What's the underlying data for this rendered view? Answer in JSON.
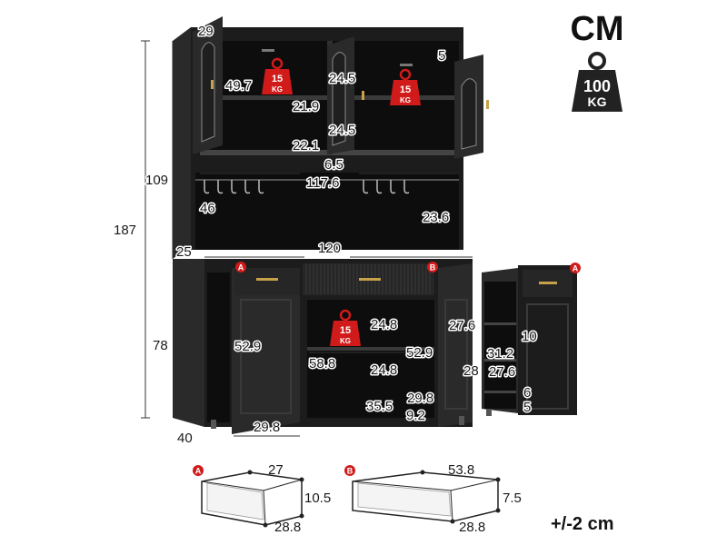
{
  "header": {
    "unit_label": "CM"
  },
  "weights": {
    "max_load": "100",
    "max_unit": "KG",
    "shelf_load": "15",
    "shelf_unit": "KG"
  },
  "badges": {
    "a": "A",
    "b": "B"
  },
  "dimensions": {
    "door_width": "29",
    "cabinet_depth_gap": "5",
    "upper_height": "49.7",
    "upper_shelf_top": "24.5",
    "upper_shelf_gap": "21.9",
    "upper_shelf_bottom": "24.5",
    "upper_inner_width": "22.1",
    "shelf_lip": "6.5",
    "hutch_height": "109",
    "total_height": "187",
    "hook_rail_width": "117.6",
    "hook_zone_height": "46",
    "hook_zone_depth": "23.6",
    "hutch_depth": "25",
    "base_width": "120",
    "base_height": "78",
    "side_door_height": "52.9",
    "center_upper": "24.8",
    "center_inner_width": "58.8",
    "center_lower": "24.8",
    "center_door_height": "52.9",
    "right_upper": "27.6",
    "right_door_inner": "28",
    "center_depth": "35.5",
    "center_shelf_depth": "29.8",
    "center_lip": "9.2",
    "side_panel_top": "10",
    "side_panel_inner": "31.2",
    "side_panel_depth": "27.6",
    "side_panel_bottom_1": "6",
    "side_panel_bottom_2": "5",
    "base_depth": "40",
    "bottom_door_width": "29.8"
  },
  "drawer_a": {
    "width": "27",
    "height": "10.5",
    "depth": "28.8"
  },
  "drawer_b": {
    "width": "53.8",
    "height": "7.5",
    "depth": "28.8"
  },
  "tolerance": "+/-2 cm"
}
